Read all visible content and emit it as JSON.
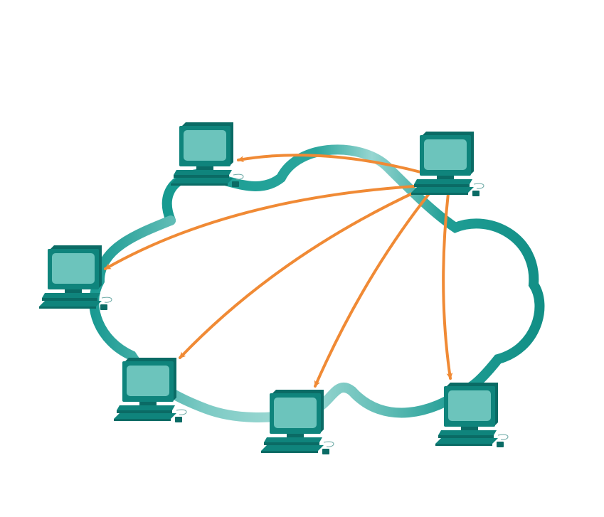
{
  "diagram": {
    "type": "network-broadcast",
    "cloud": {
      "name": "network-cloud",
      "color_dark": "#1a9a92",
      "color_light": "#8ed3cd"
    },
    "arrow_color": "#f08a35",
    "computer_colors": {
      "body": "#0f847c",
      "screen": "#6cc4bc",
      "shade": "#0a6b65"
    },
    "source": "pc-top-right",
    "computers": [
      {
        "id": "pc-top-left",
        "icon": "computer-icon"
      },
      {
        "id": "pc-top-right",
        "icon": "computer-icon"
      },
      {
        "id": "pc-left",
        "icon": "computer-icon"
      },
      {
        "id": "pc-bottom-left",
        "icon": "computer-icon"
      },
      {
        "id": "pc-bottom-middle",
        "icon": "computer-icon"
      },
      {
        "id": "pc-bottom-right",
        "icon": "computer-icon"
      }
    ],
    "messages": [
      {
        "from": "pc-top-right",
        "to": "pc-top-left"
      },
      {
        "from": "pc-top-right",
        "to": "pc-left"
      },
      {
        "from": "pc-top-right",
        "to": "pc-bottom-left"
      },
      {
        "from": "pc-top-right",
        "to": "pc-bottom-middle"
      },
      {
        "from": "pc-top-right",
        "to": "pc-bottom-right"
      }
    ]
  }
}
